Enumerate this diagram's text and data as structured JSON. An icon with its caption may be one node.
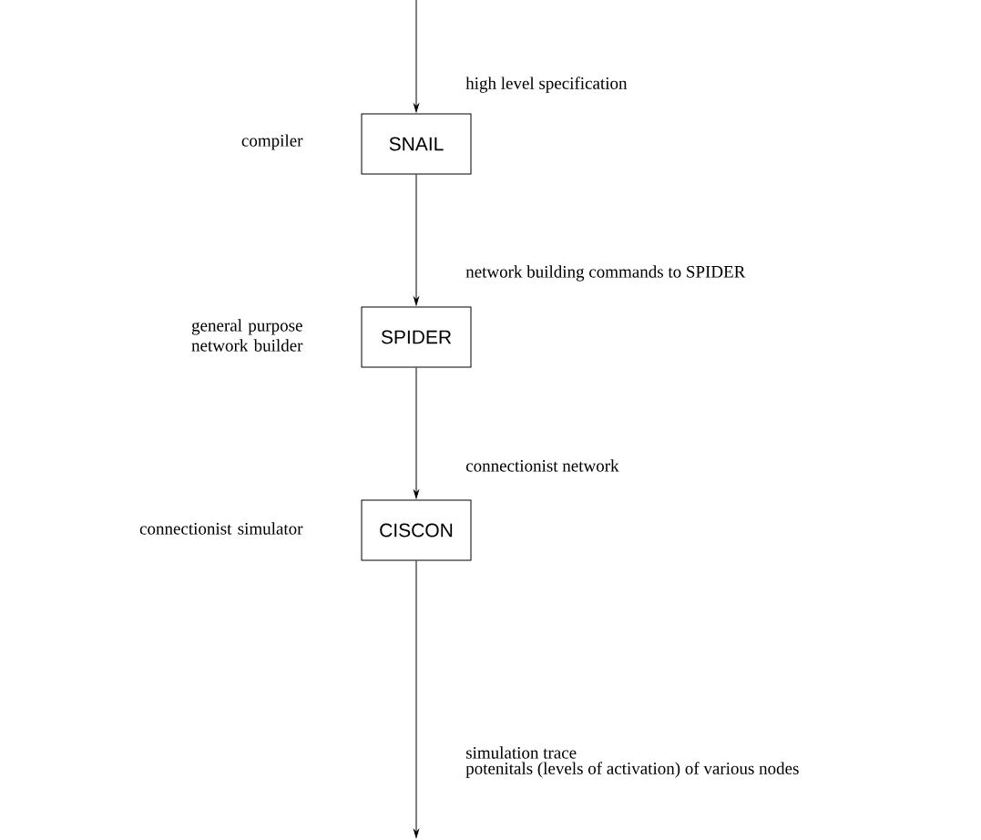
{
  "diagram": {
    "nodes": [
      {
        "text": [
          "SNAIL"
        ],
        "beside": [
          "compiler"
        ]
      },
      {
        "text": [
          "SPIDER"
        ],
        "beside": [
          "general purpose network builder"
        ]
      },
      {
        "text": [
          "CISCON"
        ],
        "beside": [
          "connectionist simulator"
        ]
      }
    ],
    "edges": [
      {
        "from": null,
        "to": 0,
        "arrow": "to",
        "label": "high level specification"
      },
      {
        "from": 0,
        "to": 1,
        "arrow": "to",
        "label": "network building commands to SPIDER"
      },
      {
        "from": 1,
        "to": 2,
        "arrow": "to",
        "label": "connectionist network"
      },
      {
        "from": 2,
        "to": null,
        "arrow": "to",
        "label": "simulation trace"
      }
    ],
    "labels": [
      "potenitals (levels of activation) of various nodes"
    ]
  }
}
